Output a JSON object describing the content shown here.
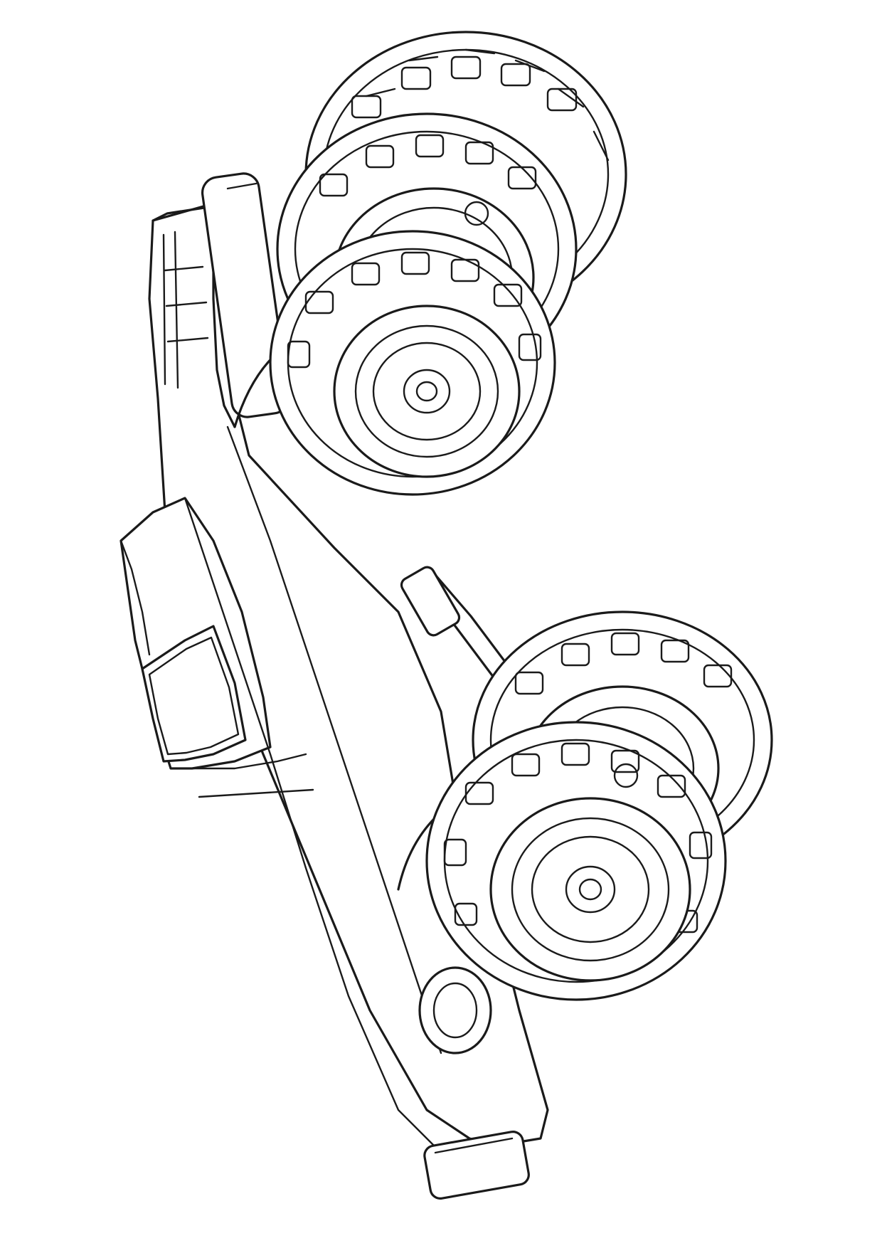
{
  "artwork": {
    "background_color": "#ffffff",
    "line_color": "#1a1a1a",
    "subject_icon": "monster-truck-icon",
    "wheels": [
      {
        "id": "front-right"
      },
      {
        "id": "front-left"
      },
      {
        "id": "rear-right"
      },
      {
        "id": "rear-left"
      }
    ]
  }
}
